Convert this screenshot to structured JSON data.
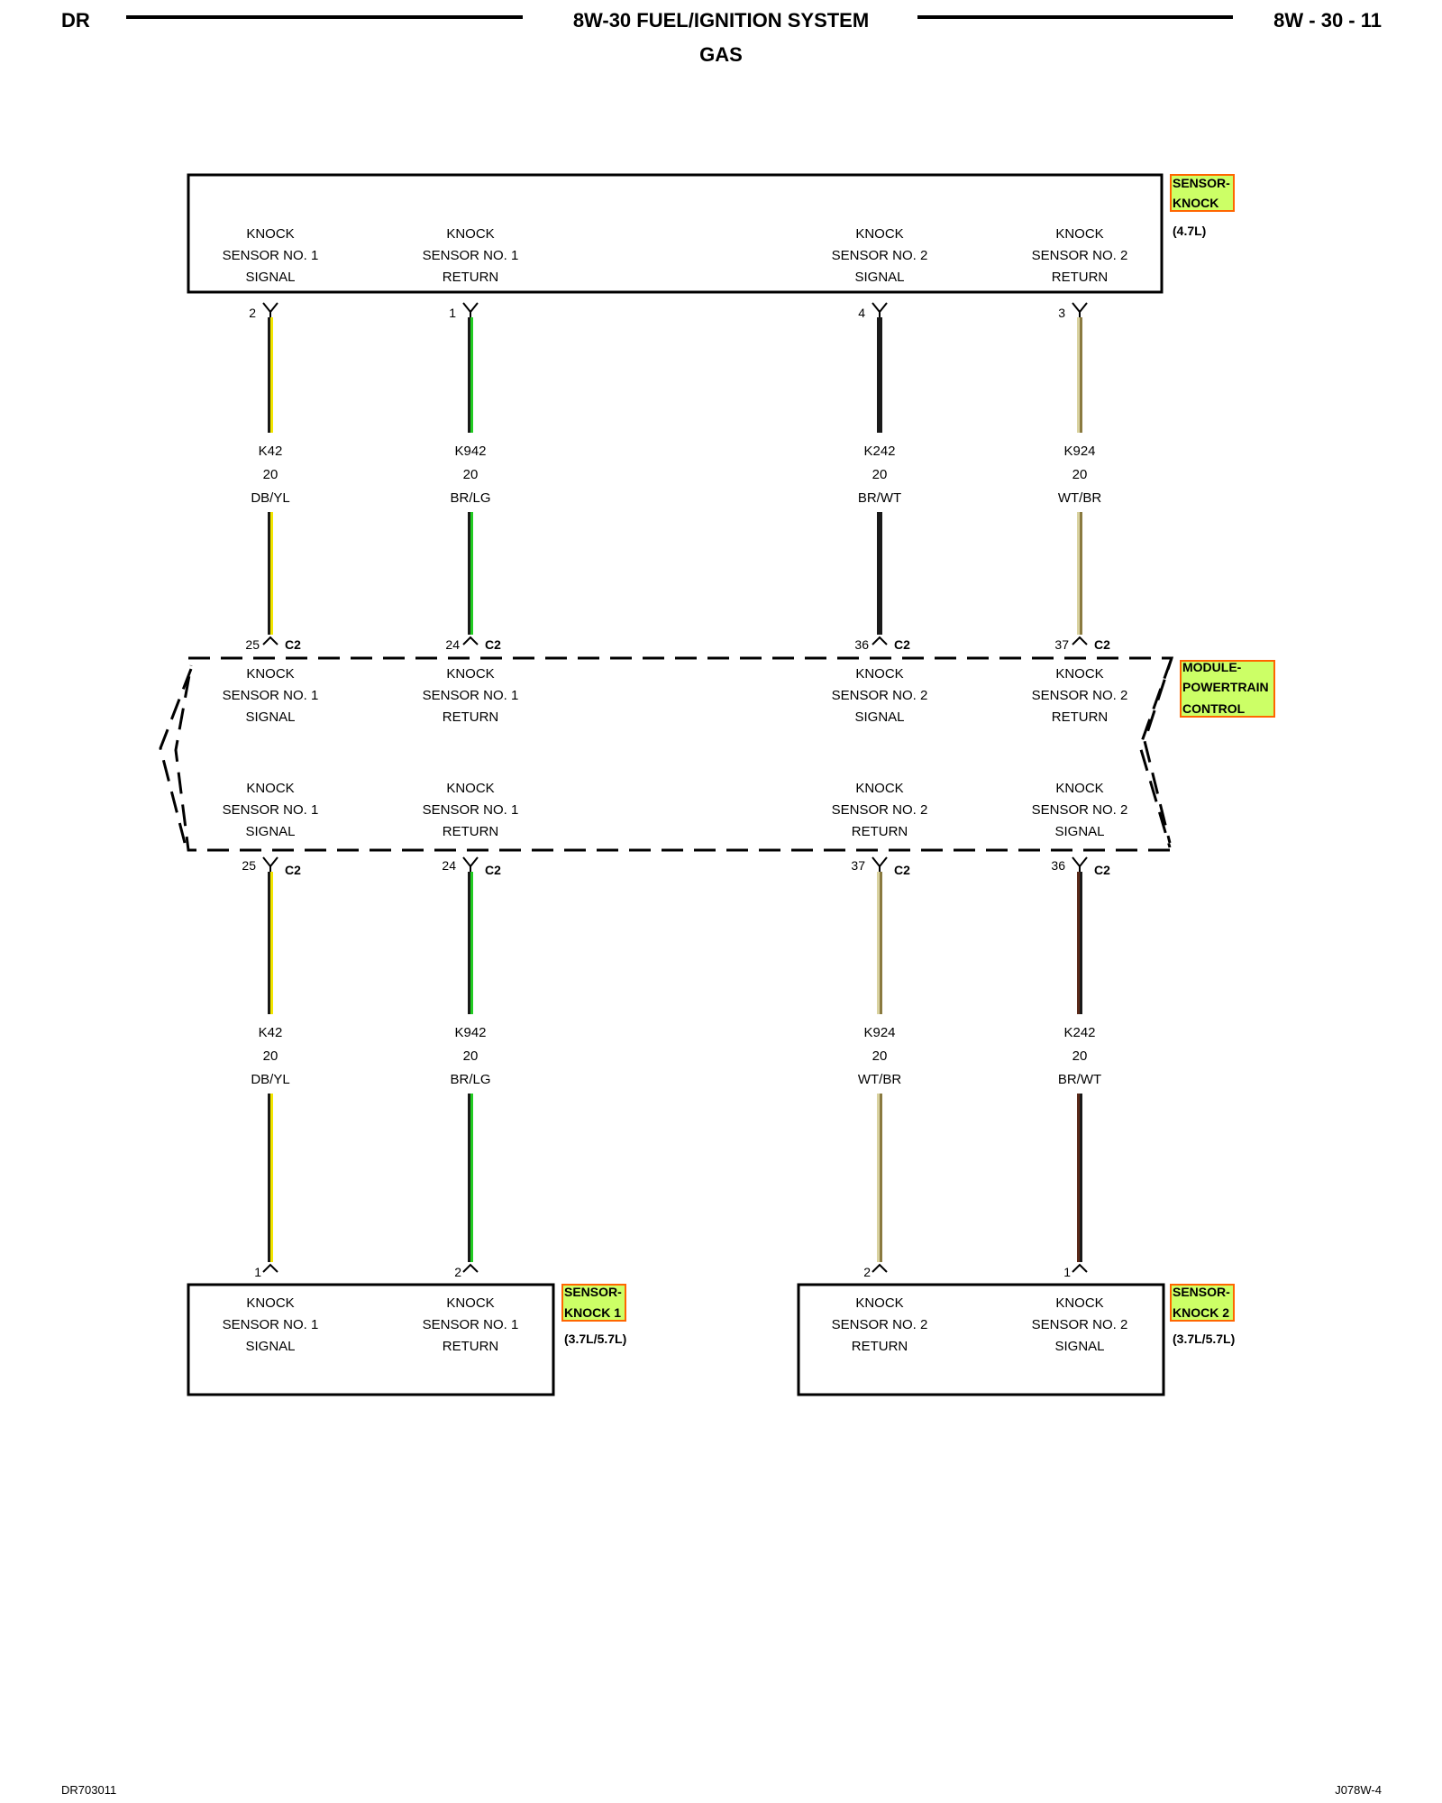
{
  "header": {
    "left": "DR",
    "title": "8W-30 FUEL/IGNITION SYSTEM",
    "subtitle": "GAS",
    "page": "8W - 30 - 11"
  },
  "footer": {
    "left": "DR703011",
    "right": "J078W-4"
  },
  "components": {
    "sensor_knock_47": {
      "name": [
        "SENSOR-",
        "KNOCK"
      ],
      "variant": "(4.7L)"
    },
    "pcm": {
      "name": [
        "MODULE-",
        "POWERTRAIN",
        "CONTROL"
      ]
    },
    "sensor_knock_1": {
      "name": [
        "SENSOR-",
        "KNOCK 1"
      ],
      "variant": "(3.7L/5.7L)"
    },
    "sensor_knock_2": {
      "name": [
        "SENSOR-",
        "KNOCK 2"
      ],
      "variant": "(3.7L/5.7L)"
    }
  },
  "top_sensor_labels": [
    [
      "KNOCK",
      "SENSOR NO. 1",
      "SIGNAL"
    ],
    [
      "KNOCK",
      "SENSOR NO. 1",
      "RETURN"
    ],
    [
      "KNOCK",
      "SENSOR NO. 2",
      "SIGNAL"
    ],
    [
      "KNOCK",
      "SENSOR NO. 2",
      "RETURN"
    ]
  ],
  "top_sensor_pins": [
    "2",
    "1",
    "4",
    "3"
  ],
  "top_wires": [
    {
      "circuit": "K42",
      "gauge": "20",
      "color": "DB/YL",
      "c1": "#1a1a1a",
      "c2": "#f2e600"
    },
    {
      "circuit": "K942",
      "gauge": "20",
      "color": "BR/LG",
      "c1": "#1a1a1a",
      "c2": "#22cc22"
    },
    {
      "circuit": "K242",
      "gauge": "20",
      "color": "BR/WT",
      "c1": "#1a1a1a",
      "c2": "#1a1a1a"
    },
    {
      "circuit": "K924",
      "gauge": "20",
      "color": "WT/BR",
      "c1": "#d9d2a0",
      "c2": "#8a7a40"
    }
  ],
  "pcm_top_pins": [
    "25",
    "24",
    "36",
    "37"
  ],
  "connector": "C2",
  "pcm_top_labels": [
    [
      "KNOCK",
      "SENSOR NO. 1",
      "SIGNAL"
    ],
    [
      "KNOCK",
      "SENSOR NO. 1",
      "RETURN"
    ],
    [
      "KNOCK",
      "SENSOR NO. 2",
      "SIGNAL"
    ],
    [
      "KNOCK",
      "SENSOR NO. 2",
      "RETURN"
    ]
  ],
  "pcm_bottom_labels": [
    [
      "KNOCK",
      "SENSOR NO. 1",
      "SIGNAL"
    ],
    [
      "KNOCK",
      "SENSOR NO. 1",
      "RETURN"
    ],
    [
      "KNOCK",
      "SENSOR NO. 2",
      "RETURN"
    ],
    [
      "KNOCK",
      "SENSOR NO. 2",
      "SIGNAL"
    ]
  ],
  "pcm_bottom_pins": [
    "25",
    "24",
    "37",
    "36"
  ],
  "bottom_wires": [
    {
      "circuit": "K42",
      "gauge": "20",
      "color": "DB/YL",
      "c1": "#1a1a1a",
      "c2": "#f2e600"
    },
    {
      "circuit": "K942",
      "gauge": "20",
      "color": "BR/LG",
      "c1": "#1a1a1a",
      "c2": "#22cc22"
    },
    {
      "circuit": "K924",
      "gauge": "20",
      "color": "WT/BR",
      "c1": "#d9d2a0",
      "c2": "#8a7a40"
    },
    {
      "circuit": "K242",
      "gauge": "20",
      "color": "BR/WT",
      "c1": "#5a2a1a",
      "c2": "#1a1a1a"
    }
  ],
  "bottom_sensor_pins": [
    "1",
    "2",
    "2",
    "1"
  ],
  "bottom_sensor_labels": [
    [
      "KNOCK",
      "SENSOR NO. 1",
      "SIGNAL"
    ],
    [
      "KNOCK",
      "SENSOR NO. 1",
      "RETURN"
    ],
    [
      "KNOCK",
      "SENSOR NO. 2",
      "RETURN"
    ],
    [
      "KNOCK",
      "SENSOR NO. 2",
      "SIGNAL"
    ]
  ]
}
